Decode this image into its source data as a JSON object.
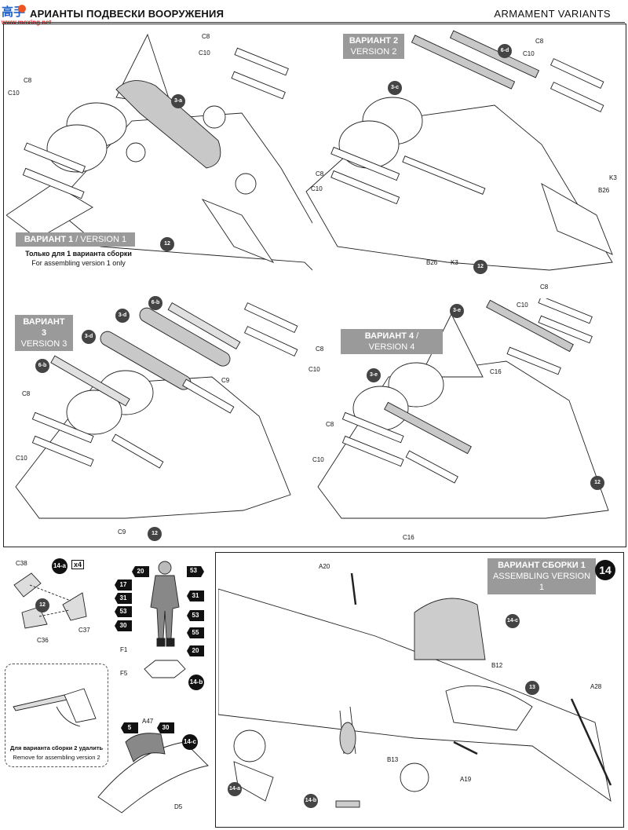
{
  "header": {
    "title_ru": "АРИАНТЫ ПОДВЕСКИ ВООРУЖЕНИЯ",
    "title_en": "ARMAMENT VARIANTS",
    "logo_cn": "高手",
    "logo_url": "www.moxing.net"
  },
  "variant1": {
    "title_ru": "ВАРИАНТ 1",
    "title_en": "VERSION 1",
    "note_ru": "Только для 1 варианта сборки",
    "note_en": "For assembling version 1 only",
    "labels": [
      "C8",
      "C10",
      "C8",
      "C10",
      "3-a",
      "12"
    ]
  },
  "variant2": {
    "title_ru": "ВАРИАНТ 2",
    "title_en": "VERSION 2",
    "labels": [
      "C8",
      "C10",
      "C8",
      "C10",
      "3-c",
      "6-d",
      "K3",
      "B26",
      "B26",
      "K3",
      "12"
    ]
  },
  "variant3": {
    "title_ru": "ВАРИАНТ 3",
    "title_en": "VERSION 3",
    "labels": [
      "6-b",
      "3-d",
      "3-d",
      "6-b",
      "C8",
      "C10",
      "C9",
      "C8",
      "C10",
      "C9",
      "12"
    ]
  },
  "variant4": {
    "title_ru": "ВАРИАНТ 4",
    "title_en": "VERSION 4",
    "labels": [
      "3-e",
      "C8",
      "C10",
      "C16",
      "3-e",
      "C8",
      "C10",
      "C16",
      "12"
    ]
  },
  "subassembly": {
    "step_ref": "14-a",
    "multiplier": "x4",
    "parts": [
      "C38",
      "12",
      "C37",
      "C36"
    ]
  },
  "pilot": {
    "colors": [
      "20",
      "53",
      "17",
      "31",
      "31",
      "53",
      "53",
      "30",
      "55",
      "20"
    ],
    "parts": [
      "F1",
      "F5"
    ],
    "step_ref": "14-b"
  },
  "canopy_detail": {
    "note_ru": "Для варианта сборки 2 удалить",
    "note_en": "Remove for assembling version 2",
    "colors": [
      "5",
      "30"
    ],
    "parts": [
      "A47",
      "D5"
    ],
    "step_ref": "14-c"
  },
  "step14": {
    "number": "14",
    "title_ru": "ВАРИАНТ СБОРКИ 1",
    "title_en": "ASSEMBLING VERSION 1",
    "labels": [
      "A20",
      "14-c",
      "B12",
      "13",
      "A28",
      "B13",
      "A19",
      "14-a",
      "14-b"
    ]
  }
}
